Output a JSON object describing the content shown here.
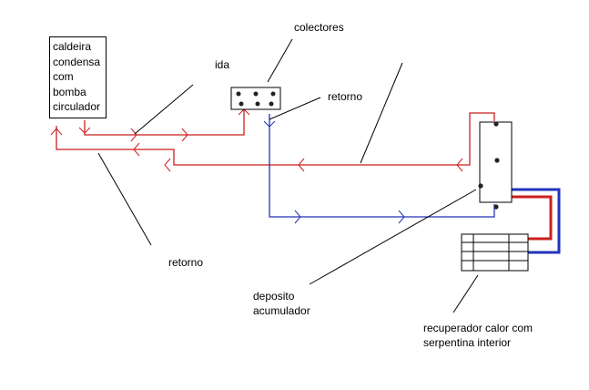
{
  "labels": {
    "boiler": [
      "caldeira",
      "condensa",
      "com",
      "bomba",
      "circulador"
    ],
    "colectores": "colectores",
    "ida": "ida",
    "retorno_top": "retorno",
    "retorno_bottom": "retorno",
    "deposito": [
      "deposito",
      "acumulador"
    ],
    "recuperador": [
      "recuperador calor com",
      "serpentina interior"
    ]
  },
  "colors": {
    "hot_pipe": "#cc1f1f",
    "cold_pipe": "#2233bb",
    "leader_line": "#000000",
    "outline": "#000000"
  }
}
